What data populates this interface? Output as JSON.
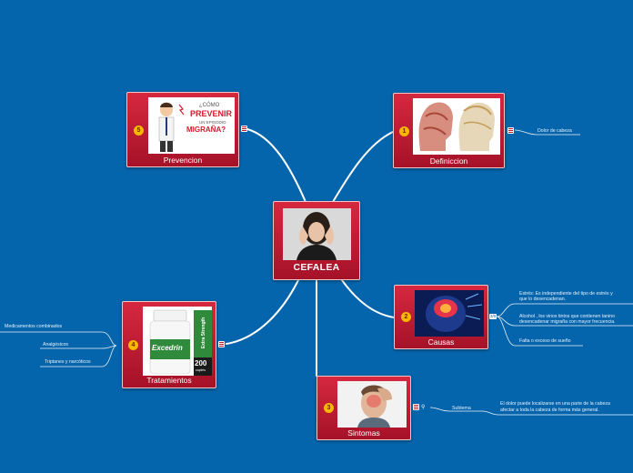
{
  "center": {
    "title": "CEFALEA"
  },
  "nodes": {
    "definicion": {
      "number": "1",
      "caption": "Definiccion"
    },
    "causas": {
      "number": "2",
      "caption": "Causas"
    },
    "sintomas": {
      "number": "3",
      "caption": "Sintomas"
    },
    "tratamientos": {
      "number": "4",
      "caption": "Tratamientos"
    },
    "prevencion": {
      "number": "5",
      "caption": "Prevencion",
      "image_text": {
        "line1": "¿CÓMO",
        "line2": "PREVENIR",
        "line3": "UN EPISODIO",
        "line4": "MIGRAÑA?"
      }
    }
  },
  "branches": {
    "definicion": [
      "Dolor de cabeza"
    ],
    "causas": [
      {
        "line1": "Estrés: Es independiente del tipo de estrés y",
        "line2": "que lo desencadenan."
      },
      {
        "line1": "Alcohol , los vinos tintos que contienen tanino",
        "line2": "desencadenar migraña con mayor frecuencia."
      },
      {
        "line1": "Falta o exceso de sueño",
        "line2": ""
      }
    ],
    "causas_count": "3/0",
    "sintomas_sub": "Subtema",
    "sintomas_detail": {
      "line1": "El dolor puede localizarse en una parte de la cabeza",
      "line2": "afectar a toda la cabeza de forma más general."
    },
    "tratamientos": [
      "Medicamentos combinados",
      "Analgésicos",
      "Triptanes y narcóticos"
    ]
  },
  "product": {
    "brand": "Excedrin",
    "side": "Extra Strength",
    "count": "200",
    "unit": "caplets"
  },
  "colors": {
    "background": "#0565ac",
    "node": "#c4182e",
    "badge": "#f5b800",
    "link": "#ffffff"
  }
}
